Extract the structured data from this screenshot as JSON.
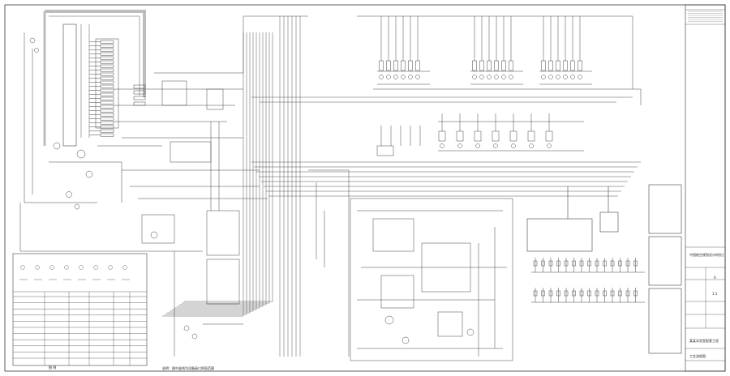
{
  "drawing": {
    "title_block": {
      "company": "中国航空规划设计研究总院有限公司",
      "project": "某某实验室配套工程",
      "drawing_name": "工艺流程图",
      "revision": "A",
      "scale": "1:1"
    },
    "legend": {
      "caption": "图 例"
    },
    "notes": {
      "label": "说明：图中虚线为设备接口界面范围"
    }
  },
  "colors": {
    "ink": "#333333",
    "grey_line": "#bdbdbd",
    "paper": "#ffffff"
  }
}
